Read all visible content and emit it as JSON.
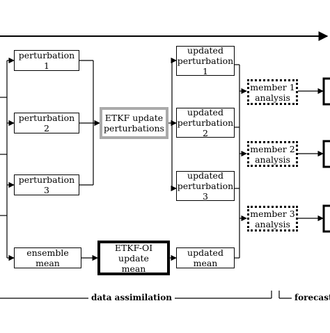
{
  "nodes": {
    "perturbation_1": "perturbation 1",
    "perturbation_2": "perturbation 2",
    "perturbation_3": "perturbation 3",
    "ensemble_mean": "ensemble mean",
    "etkf_update": "ETKF update\nperturbations",
    "etkf_oi_update": "ETKF-OI update\nmean",
    "updated_perturbation_1": "updated\nperturbation 1",
    "updated_perturbation_2": "updated\nperturbation 2",
    "updated_perturbation_3": "updated\nperturbation 3",
    "updated_mean": "updated mean",
    "member_1_analysis": "member 1\nanalysis",
    "member_2_analysis": "member 2\nanalysis",
    "member_3_analysis": "member 3\nanalysis"
  },
  "phases": {
    "data_assimilation": "data assimilation",
    "forecast": "forecast"
  }
}
